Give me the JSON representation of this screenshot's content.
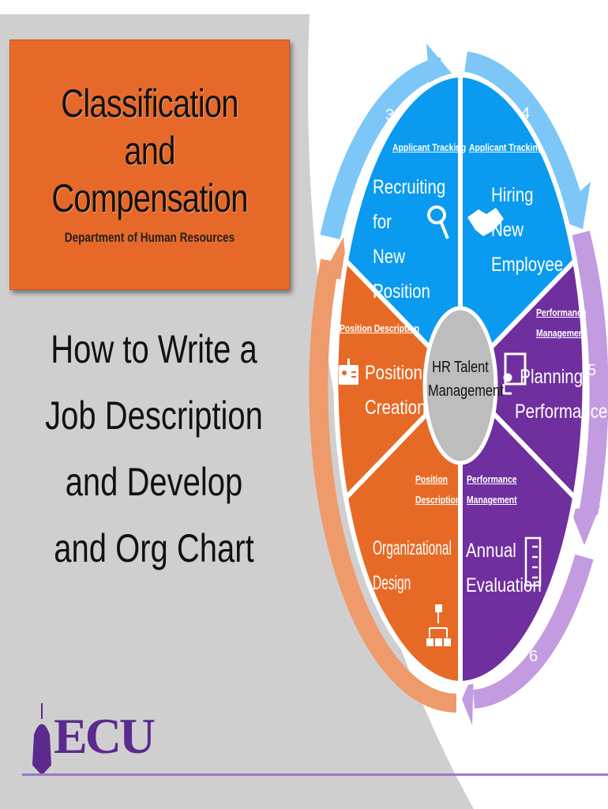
{
  "header": {
    "title": "Classification and Compensation",
    "department": "Department of Human Resources"
  },
  "subtitle": "How to Write a Job Description and Develop and Org Chart",
  "wheel": {
    "center": "HR Talent Management",
    "segments": [
      {
        "number": "3",
        "label": "Applicant Tracking",
        "title": "Recruiting for New Position",
        "icon": "magnifier-icon",
        "color": "#0a9af0"
      },
      {
        "number": "4",
        "label": "Applicant Tracking",
        "title": "Hiring New Employee",
        "icon": "handshake-icon",
        "color": "#0a9af0"
      },
      {
        "number": "5",
        "label": "Performance Management",
        "title": "Planning Performance",
        "icon": "presentation-icon",
        "color": "#6f2f9f"
      },
      {
        "number": "6",
        "label": "Performance Management",
        "title": "Annual Evaluation",
        "icon": "checklist-icon",
        "color": "#6f2f9f"
      },
      {
        "number": "",
        "label": "Position Description",
        "title": "Organizational Design",
        "icon": "org-chart-icon",
        "color": "#e66a25"
      },
      {
        "number": "",
        "label": "Position Description",
        "title": "Position Creation",
        "icon": "id-badge-icon",
        "color": "#e66a25"
      }
    ]
  },
  "logo": {
    "text": "ECU"
  },
  "colors": {
    "orange": "#e7692a",
    "blue": "#0a9af0",
    "purple": "#6f2f9f",
    "gray": "#d0cfd0"
  }
}
